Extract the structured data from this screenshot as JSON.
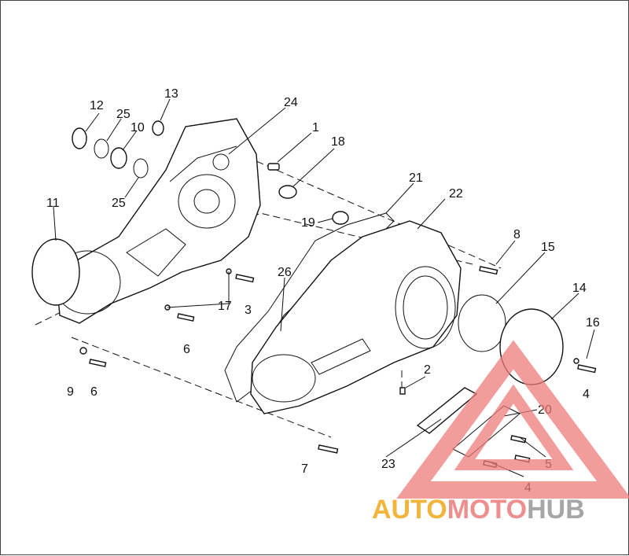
{
  "diagram": {
    "callouts": {
      "c1": "1",
      "c2": "2",
      "c3": "3",
      "c4a": "4",
      "c4b": "4",
      "c5": "5",
      "c6a": "6",
      "c6b": "6",
      "c7": "7",
      "c8": "8",
      "c9": "9",
      "c10": "10",
      "c11": "11",
      "c12": "12",
      "c13": "13",
      "c14": "14",
      "c15": "15",
      "c16": "16",
      "c17": "17",
      "c18": "18",
      "c19": "19",
      "c20": "20",
      "c21": "21",
      "c22": "22",
      "c23": "23",
      "c24": "24",
      "c25a": "25",
      "c25b": "25",
      "c26": "26"
    }
  },
  "watermark": {
    "word1": "AUTO",
    "word2": "MOTO",
    "word3": "HUB",
    "colors": {
      "auto": "#f3b43c",
      "moto": "#ee8f8f",
      "hub": "#a6a6a6",
      "triangle": "#ee7b7b"
    }
  }
}
